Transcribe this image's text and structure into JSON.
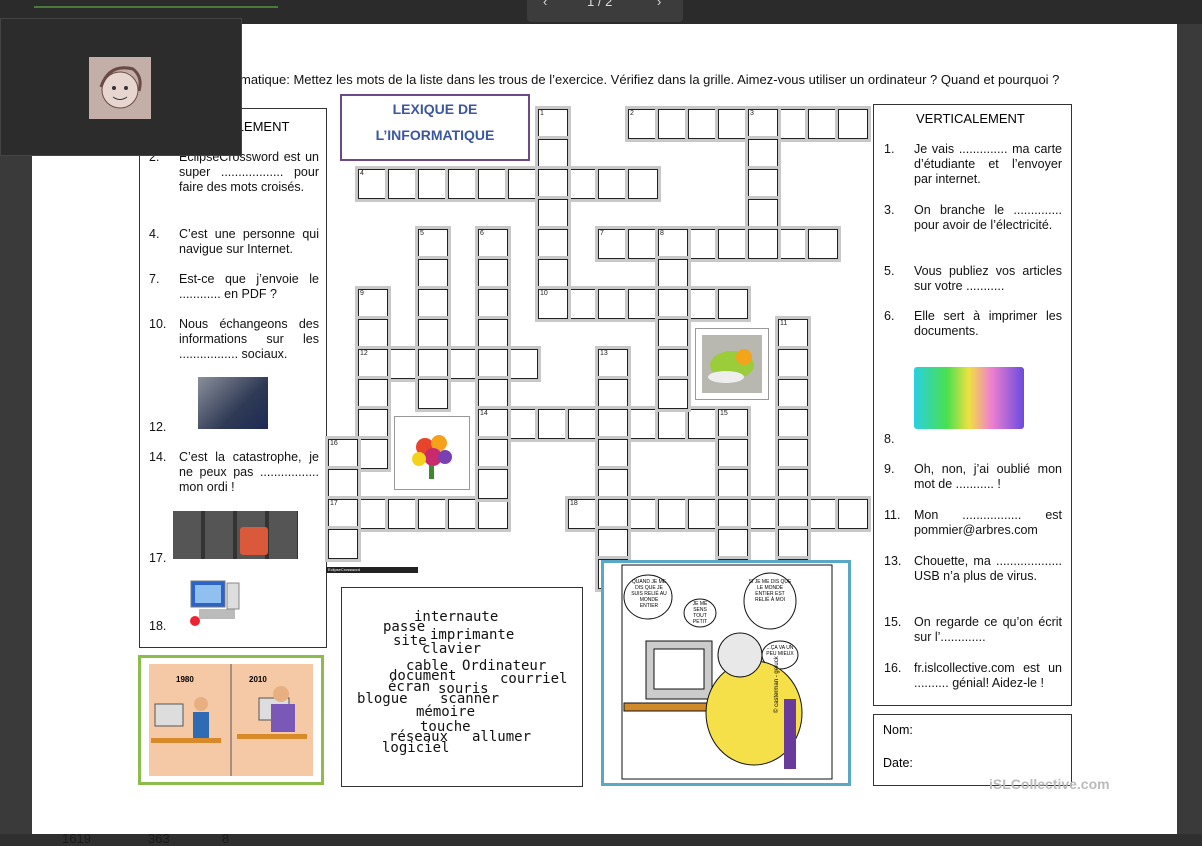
{
  "viewer": {
    "page_indicator": "1 / 2",
    "prev": "‹",
    "next": "›"
  },
  "bottom_bar": {
    "v1": "1619",
    "v2": "363",
    "v3": "8"
  },
  "instruction": "matique: Mettez les mots de la liste dans les trous de l’exercice. Vérifiez dans la grille. Aimez-vous utiliser un ordinateur ? Quand et pourquoi ?",
  "lexique_title": [
    "LEXIQUE DE",
    "L’INFORMATIQUE"
  ],
  "horizontal": {
    "heading": "ALEMENT",
    "clues": [
      {
        "num": "2.",
        "text": "EclipseCrossword est un super .................. pour faire des mots croisés."
      },
      {
        "num": "4.",
        "text": "C’est une personne qui navigue sur Internet."
      },
      {
        "num": "7.",
        "text": "Est-ce que j’envoie le ............ en PDF ?"
      },
      {
        "num": "10.",
        "text": "Nous échangeons des informations sur les ................. sociaux."
      },
      {
        "num": "12.",
        "text": ""
      },
      {
        "num": "14.",
        "text": "C’est la catastrophe, je ne peux pas ................. mon ordi !"
      },
      {
        "num": "17.",
        "text": ""
      },
      {
        "num": "18.",
        "text": ""
      }
    ]
  },
  "vertical": {
    "heading": "VERTICALEMENT",
    "clues": [
      {
        "num": "1.",
        "text": "Je vais .............. ma carte d’étudiante et l’envoyer par internet."
      },
      {
        "num": "3.",
        "text": "On branche le .............. pour avoir de l’électricité."
      },
      {
        "num": "5.",
        "text": "Vous publiez vos articles sur votre ..........."
      },
      {
        "num": "6.",
        "text": "Elle sert à imprimer les documents."
      },
      {
        "num": "8.",
        "text": ""
      },
      {
        "num": "9.",
        "text": "Oh, non, j’ai oublié mon mot de ........... !"
      },
      {
        "num": "11.",
        "text": "Mon ................. est pommier@arbres.com"
      },
      {
        "num": "13.",
        "text": "Chouette, ma ................... USB n’a plus de virus."
      },
      {
        "num": "15.",
        "text": "On regarde ce qu’on écrit sur l’............."
      },
      {
        "num": "16.",
        "text": "fr.islcollective.com est un .......... génial! Aidez-le !"
      }
    ]
  },
  "grid_numbers": [
    "1",
    "2",
    "3",
    "4",
    "5",
    "6",
    "7",
    "8",
    "9",
    "10",
    "11",
    "12",
    "13",
    "14",
    "15",
    "16",
    "17",
    "18"
  ],
  "word_list": [
    "internaute",
    "passe",
    "site",
    "imprimante",
    "clavier",
    "cable",
    "Ordinateur",
    "document",
    "courriel",
    "écran",
    "souris",
    "blogue",
    "scanner",
    "mémoire",
    "touche",
    "réseaux",
    "allumer",
    "logiciel"
  ],
  "eclipse_logo": "EclipseCrossword",
  "cartoon": {
    "bubble1": "QUAND JE ME DIS QUE JE SUIS RELIÉ AU MONDE ENTIER",
    "bubble2": "JE ME SENS TOUT PETIT",
    "bubble3": "SI JE ME DIS QUE LE MONDE ENTIER EST RELIÉ À MOI",
    "bubble4": "...ÇA VA UN PEU MIEUX",
    "credit": "© casterman - geluck"
  },
  "years": [
    "1980",
    "2010"
  ],
  "form": {
    "name_label": "Nom:",
    "date_label": "Date:"
  },
  "watermark": "iSLCollective.com"
}
